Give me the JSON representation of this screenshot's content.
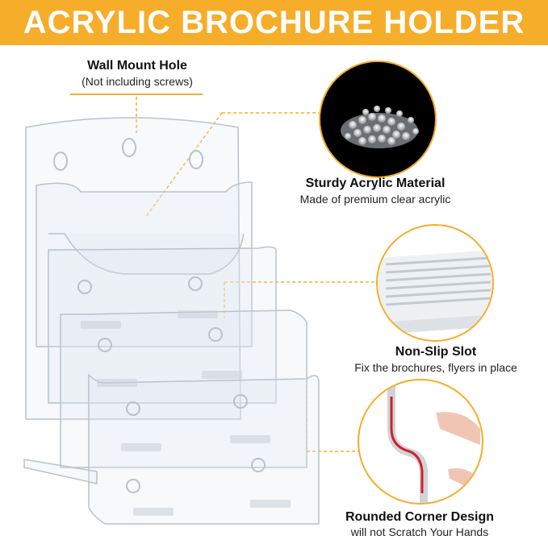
{
  "banner": {
    "title": "ACRYLIC BROCHURE HOLDER",
    "color": "#f5ad2a"
  },
  "callouts": {
    "wall_mount": {
      "title": "Wall Mount Hole",
      "subtitle": "(Not including screws)",
      "icon": "keyhole-icon"
    },
    "material": {
      "title": "Sturdy Acrylic Material",
      "subtitle": "Made of premium clear acrylic",
      "icon": "acrylic-pellets-icon"
    },
    "slot": {
      "title": "Non-Slip Slot",
      "subtitle": "Fix the brochures, flyers in place",
      "icon": "ridged-slot-icon"
    },
    "corner": {
      "title": "Rounded Corner Design",
      "subtitle": "will not Scratch Your Hands",
      "icon": "rounded-corner-icon"
    }
  },
  "colors": {
    "accent": "#f5ad2a",
    "text": "#111111"
  }
}
